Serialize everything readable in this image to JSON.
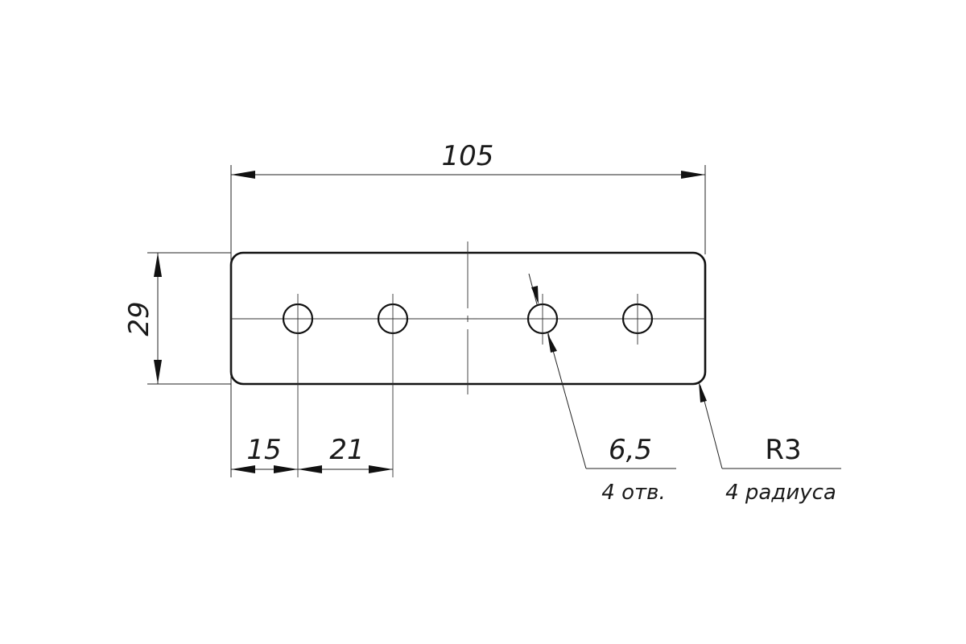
{
  "dimensions": {
    "overall_length": "105",
    "height": "29",
    "edge_to_first_hole": "15",
    "hole_pitch": "21",
    "hole_diameter": "6,5",
    "corner_radius": "R3"
  },
  "notes": {
    "holes_count": "4 отв.",
    "radii_count": "4 радиуса"
  }
}
